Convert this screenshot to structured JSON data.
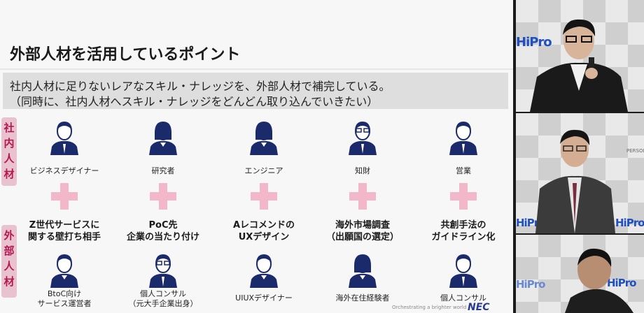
{
  "slide": {
    "title": "外部人材を活用しているポイント",
    "subtitle_line1": "社内人材に足りないレアなスキル・ナレッジを、外部人材で補完している。",
    "subtitle_line2": "（同時に、社内人材へスキル・ナレッジをどんどん取り込んでいきたい）",
    "internal_label": "社内人材",
    "external_label": "外部人材",
    "columns": [
      {
        "internal_role": "ビジネスデザイナー",
        "topic_line1": "Z世代サービスに",
        "topic_line2": "関する壁打ち相手",
        "external_line1": "BtoC向け",
        "external_line2": "サービス運営者"
      },
      {
        "internal_role": "研究者",
        "topic_line1": "PoC先",
        "topic_line2": "企業の当たり付け",
        "external_line1": "個人コンサル",
        "external_line2": "（元大手企業出身）"
      },
      {
        "internal_role": "エンジニア",
        "topic_line1": "Aレコメンドの",
        "topic_line2": "UXデザイン",
        "external_line1": "UIUXデザイナー",
        "external_line2": ""
      },
      {
        "internal_role": "知財",
        "topic_line1": "海外市場調査",
        "topic_line2": "（出願国の選定）",
        "external_line1": "海外在住経験者",
        "external_line2": ""
      },
      {
        "internal_role": "営業",
        "topic_line1": "共創手法の",
        "topic_line2": "ガイドライン化",
        "external_line1": "個人コンサル",
        "external_line2": ""
      }
    ],
    "footer": "Orchestrating a brighter world",
    "brand": "NEC"
  },
  "video": {
    "logo": "HiPro",
    "logo_small": "PERSOL"
  },
  "colors": {
    "navy": "#1b2a6b",
    "pink_plus": "#f2b7c8",
    "label_text": "#b4174f",
    "label_bg": "#e8c2cf"
  }
}
